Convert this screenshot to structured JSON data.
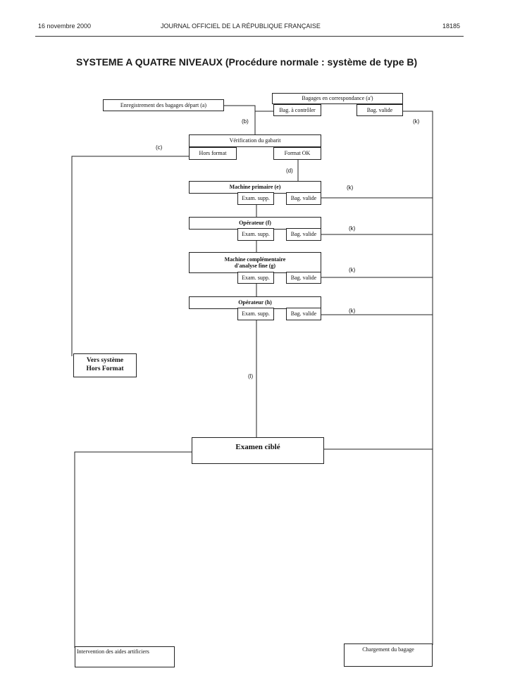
{
  "header": {
    "date": "16 novembre 2000",
    "journal": "JOURNAL OFFICIEL DE LA RÉPUBLIQUE FRANÇAISE",
    "page": "18185"
  },
  "title": "SYSTEME A QUATRE NIVEAUX (Procédure normale : système de type B)",
  "boxes": {
    "enregistrement": "Enregistrement des bagages départ (a)",
    "correspondance": "Bagages en correspondance (a')",
    "bag_a_controler": "Bag. à contrôler",
    "bag_valide_corr": "Bag. valide",
    "verification": "Vérification du gabarit",
    "hors_format": "Hors format",
    "format_ok": "Format OK",
    "machine_primaire": "Machine primaire (e)",
    "mp_exam": "Exam. supp.",
    "mp_valide": "Bag. valide",
    "operateur_f": "Opérateur (f)",
    "of_exam": "Exam. supp.",
    "of_valide": "Bag. valide",
    "machine_comp_1": "Machine complémentaire",
    "machine_comp_2": "d'analyse fine (g)",
    "mc_exam": "Exam. supp.",
    "mc_valide": "Bag. valide",
    "operateur_h": "Opérateur (h)",
    "oh_exam": "Exam. supp.",
    "oh_valide": "Bag. valide",
    "vers_systeme_1": "Vers système",
    "vers_systeme_2": "Hors Format",
    "examen_cible": "Examen ciblé",
    "intervention": "Intervention des aides artificiers",
    "chargement": "Chargement du bagage"
  },
  "labels": {
    "b": "(b)",
    "c": "(c)",
    "d": "(d)",
    "k1": "(k)",
    "k2": "(k)",
    "k3": "(k)",
    "k4": "(k)",
    "k5": "(k)",
    "l": "(l)"
  }
}
